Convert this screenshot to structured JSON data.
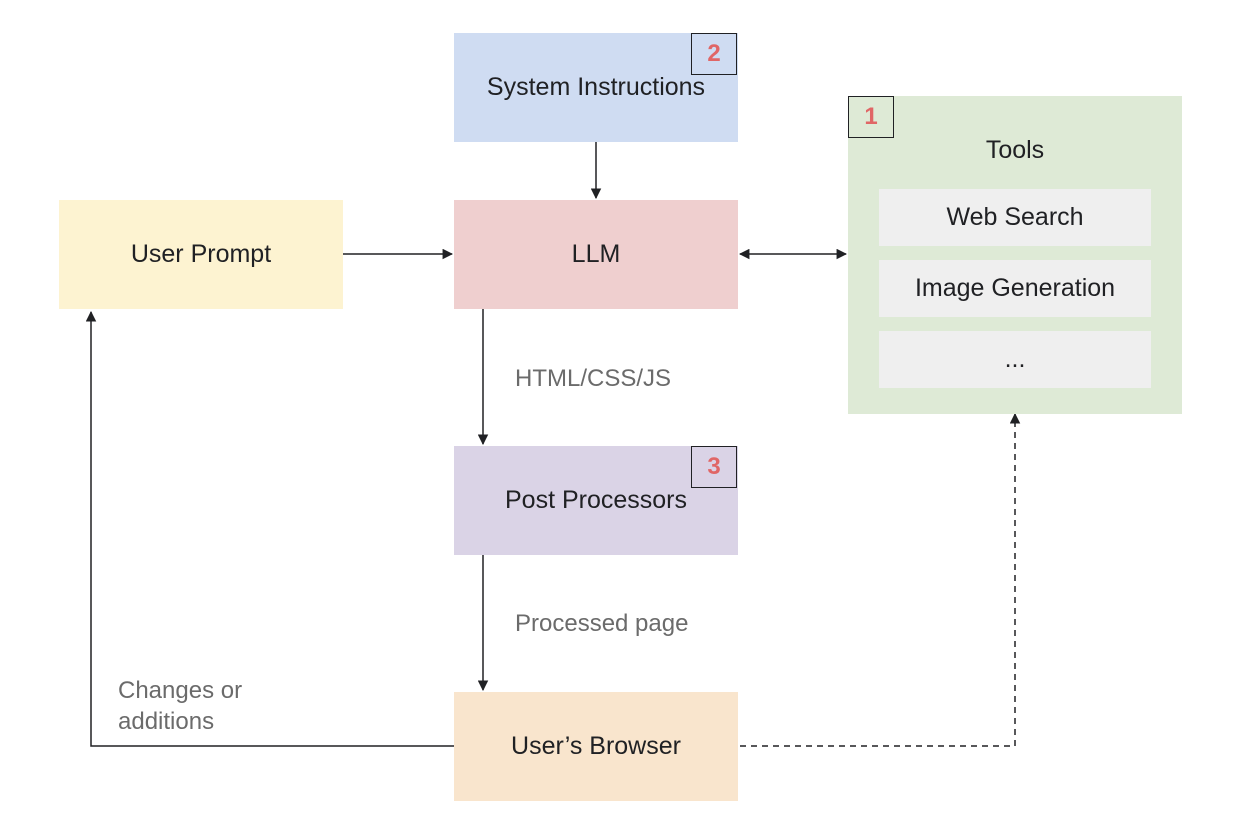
{
  "colors": {
    "system_instructions": "#cfdcf2",
    "llm": "#efcfcf",
    "user_prompt": "#fdf3d1",
    "post_processors": "#dad3e6",
    "users_browser": "#f9e5cd",
    "tools_panel": "#deead6",
    "tool_item": "#efefef",
    "badge_number": "#e06666",
    "edge_label": "#6b6b6b"
  },
  "nodes": {
    "system_instructions": {
      "label": "System Instructions",
      "badge": "2"
    },
    "llm": {
      "label": "LLM"
    },
    "user_prompt": {
      "label": "User Prompt"
    },
    "post_processors": {
      "label": "Post Processors",
      "badge": "3"
    },
    "users_browser": {
      "label": "User’s Browser"
    },
    "tools": {
      "title": "Tools",
      "badge": "1",
      "items": [
        {
          "label": "Web Search"
        },
        {
          "label": "Image Generation"
        },
        {
          "label": "..."
        }
      ]
    }
  },
  "edges": {
    "llm_to_post": {
      "label": "HTML/CSS/JS"
    },
    "post_to_browser": {
      "label": "Processed page"
    },
    "browser_to_prompt": {
      "label_line1": "Changes or",
      "label_line2": "additions"
    }
  }
}
